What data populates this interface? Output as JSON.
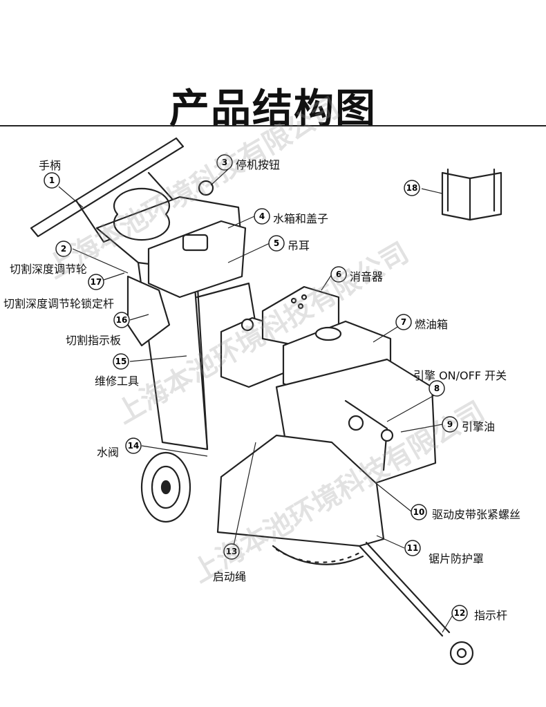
{
  "title": "产品结构图",
  "watermark": "上海本池环境科技有限公司",
  "callouts": [
    {
      "n": "1",
      "label": "手柄"
    },
    {
      "n": "2",
      "label": "切割深度调节轮"
    },
    {
      "n": "3",
      "label": "停机按钮"
    },
    {
      "n": "4",
      "label": "水箱和盖子"
    },
    {
      "n": "5",
      "label": "吊耳"
    },
    {
      "n": "6",
      "label": "消音器"
    },
    {
      "n": "7",
      "label": "燃油箱"
    },
    {
      "n": "8",
      "label": "引擎 ON/OFF 开关"
    },
    {
      "n": "9",
      "label": "引擎油"
    },
    {
      "n": "10",
      "label": "驱动皮带张紧螺丝"
    },
    {
      "n": "11",
      "label": "锯片防护罩"
    },
    {
      "n": "12",
      "label": "指示杆"
    },
    {
      "n": "13",
      "label": "启动绳"
    },
    {
      "n": "14",
      "label": "水阀"
    },
    {
      "n": "15",
      "label": "维修工具"
    },
    {
      "n": "16",
      "label": "切割指示板"
    },
    {
      "n": "17",
      "label": "切割深度调节轮锁定杆"
    },
    {
      "n": "18",
      "label": ""
    }
  ]
}
